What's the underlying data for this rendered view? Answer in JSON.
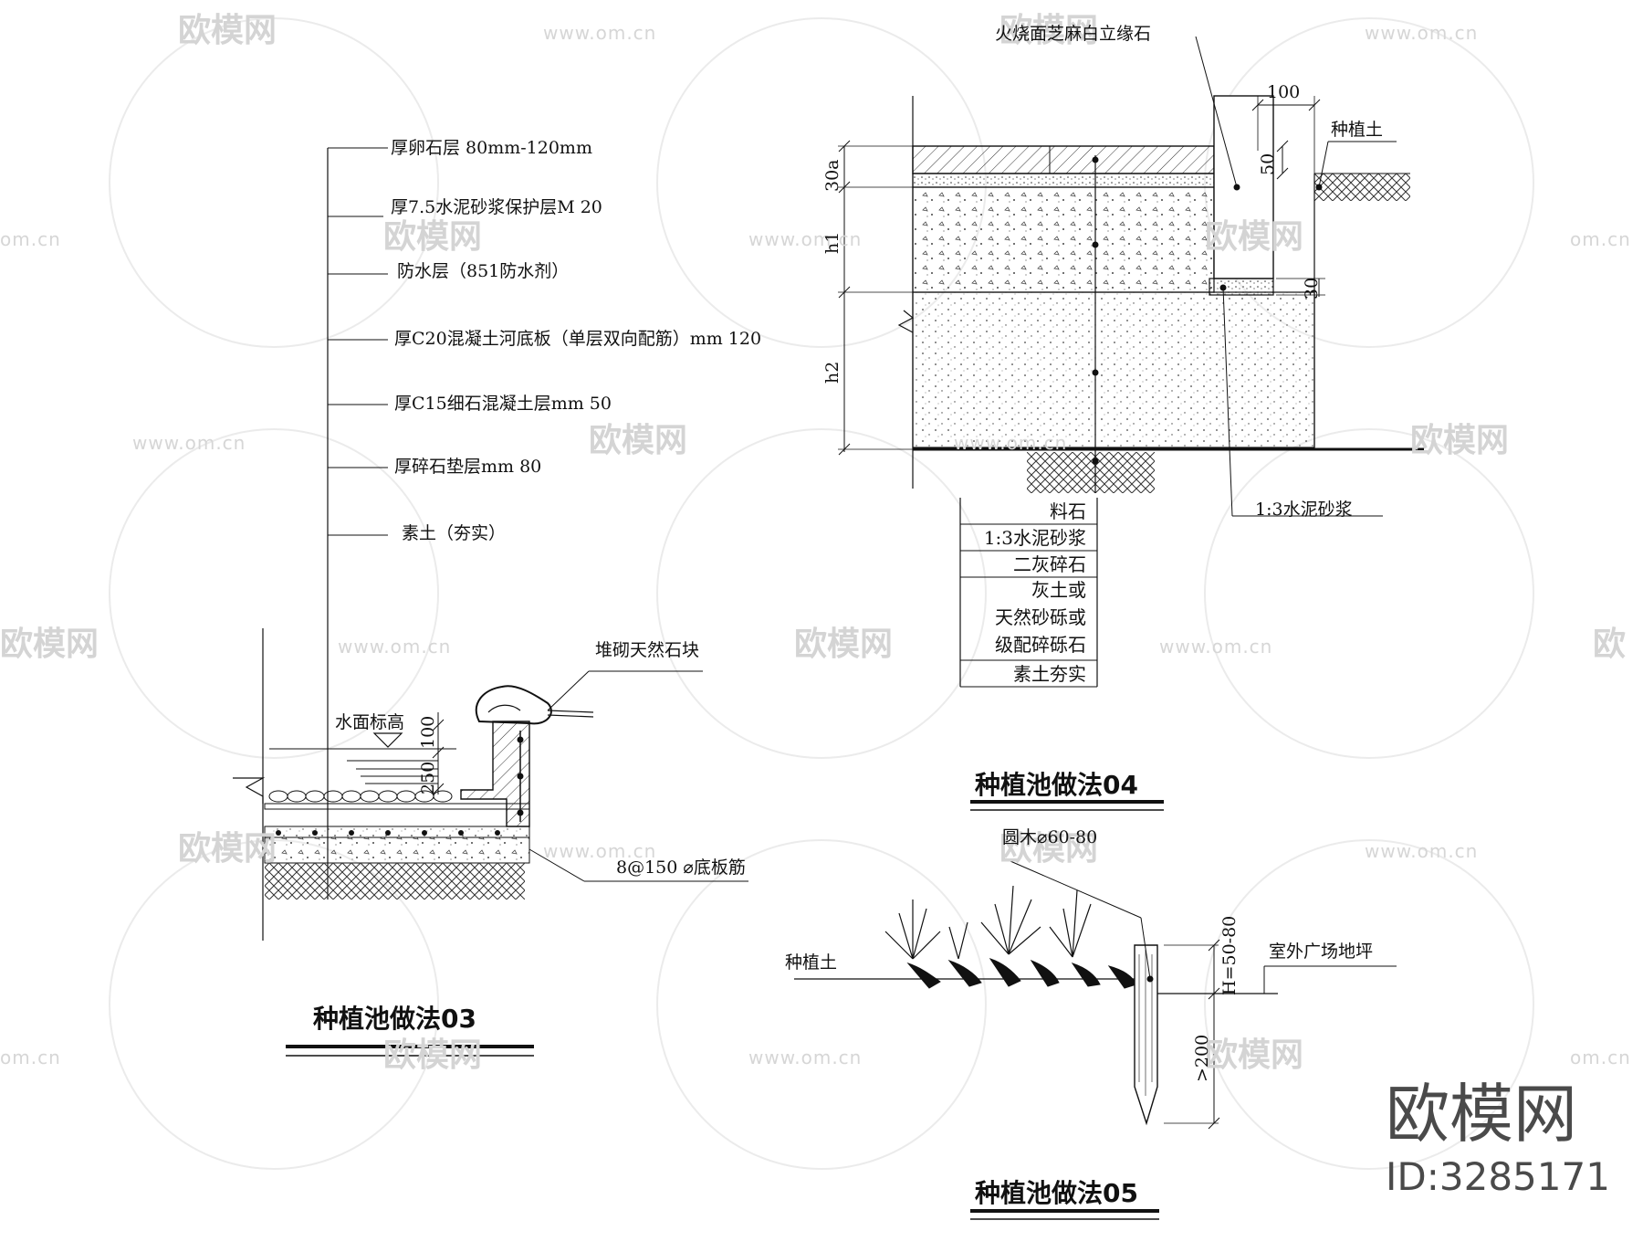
{
  "watermark": {
    "url": "www.om.cn",
    "cn": "欧模网",
    "url_partial": "om.cn",
    "cn_partial_left": "欧模网",
    "cn_partial_right": "欧"
  },
  "brand": {
    "name": "欧模网",
    "id": "ID:3285171"
  },
  "detail03": {
    "title": "种植池做法03",
    "layers": [
      "厚卵石层  80mm-120mm",
      "厚7.5水泥砂浆保护层M 20",
      "防水层（851防水剂）",
      "厚C20混凝土河底板（单层双向配筋）mm 120",
      "厚C15细石混凝土层mm 50",
      "厚碎石垫层mm 80",
      "素土（夯实）"
    ],
    "stone_label": "堆砌天然石块",
    "water_label": "水面标高",
    "dim_100": "100",
    "dim_250": "250",
    "rebar_label": "8@150 ⌀底板筋"
  },
  "detail04": {
    "title": "种植池做法04",
    "curb_label": "火烧面芝麻白立缘石",
    "soil_label": "种植土",
    "mortar_label": "1:3水泥砂浆",
    "dim_100": "100",
    "dim_50": "50",
    "dim_30": "30",
    "dim_30a": "30a",
    "dim_h1": "h1",
    "dim_h2": "h2",
    "layers": [
      "料石",
      "1:3水泥砂浆",
      "二灰碎石",
      "灰土或",
      "天然砂砾或",
      "级配碎砾石",
      "素土夯实"
    ]
  },
  "detail05": {
    "title": "种植池做法05",
    "wood_label": "圆木⌀60-80",
    "soil_label": "种植土",
    "ground_label": "室外广场地坪",
    "dim_h": "H=50-80",
    "dim_200": ">200"
  }
}
